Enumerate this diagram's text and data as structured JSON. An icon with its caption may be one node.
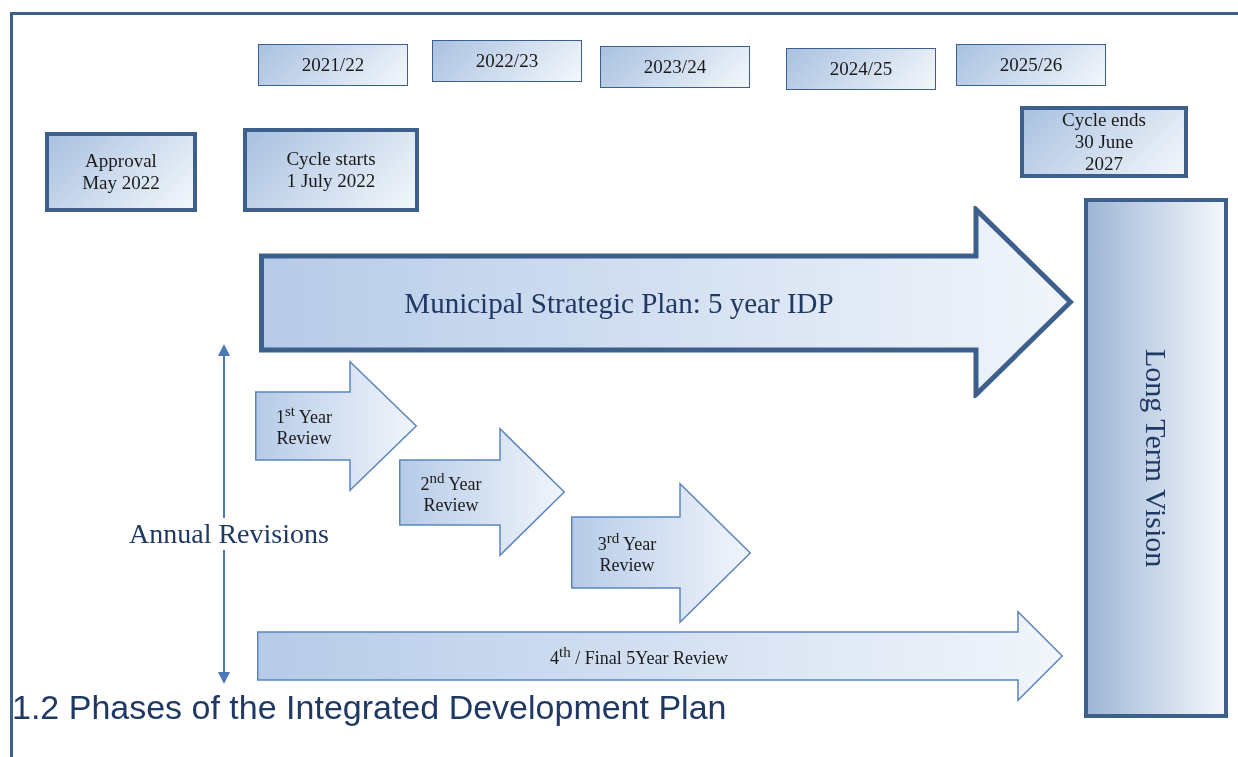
{
  "diagram": {
    "caption": "1.2 Phases of the Integrated Development Plan",
    "nodes": [
      {
        "text": [
          "2021/22"
        ]
      },
      {
        "text": [
          "2022/23"
        ]
      },
      {
        "text": [
          "2023/24"
        ]
      },
      {
        "text": [
          "2024/25"
        ]
      },
      {
        "text": [
          "2025/26"
        ]
      },
      {
        "text": [
          "Approval May 2022"
        ]
      },
      {
        "text": [
          "Cycle starts 1 July 2022"
        ]
      },
      {
        "text": [
          "Cycle ends 30 June 2027"
        ]
      },
      {
        "text": [
          "Municipal Strategic Plan: 5 year IDP"
        ]
      },
      {
        "text": [
          "1$^{st}$ Year Review"
        ]
      },
      {
        "text": [
          "2$^{nd}$ Year Review"
        ]
      },
      {
        "text": [
          "3$^{rd}$ Year Review"
        ]
      },
      {
        "text": [
          "4$^{th}$ / Final 5Year Review"
        ]
      },
      {
        "text": [
          "Long Term Vision"
        ]
      }
    ],
    "labels": [
      "Annual Revisions"
    ]
  }
}
